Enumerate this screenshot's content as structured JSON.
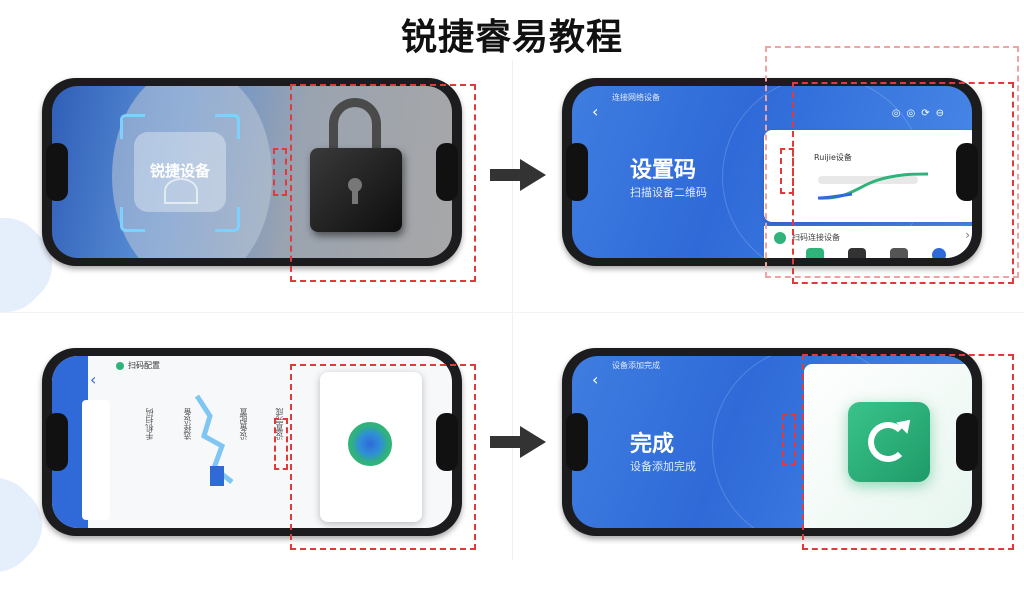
{
  "page": {
    "title": "锐捷睿易教程"
  },
  "colors": {
    "accent_red": "#e03a3a",
    "screen_blue": "#2f6ad8",
    "green": "#2fb37a"
  },
  "steps": [
    {
      "id": "step1",
      "label": "锐捷设备",
      "status_left": "",
      "icon": "lock-icon"
    },
    {
      "id": "step2",
      "label": "设置码",
      "sublabel": "扫描设备二维码",
      "card_title": "Ruijie设备",
      "status_left": "连接网络设备",
      "row_text": "扫码连接设备",
      "icon": "chevron-right-icon"
    },
    {
      "id": "step3",
      "header": "扫码配置",
      "icon": "sun-icon",
      "columns": [
        "手机扫码",
        "选择设备",
        "设备配置",
        "设置完成"
      ]
    },
    {
      "id": "step4",
      "label": "完成",
      "sublabel": "设备添加完成",
      "status_left": "设备添加完成",
      "icon": "refresh-icon"
    }
  ]
}
